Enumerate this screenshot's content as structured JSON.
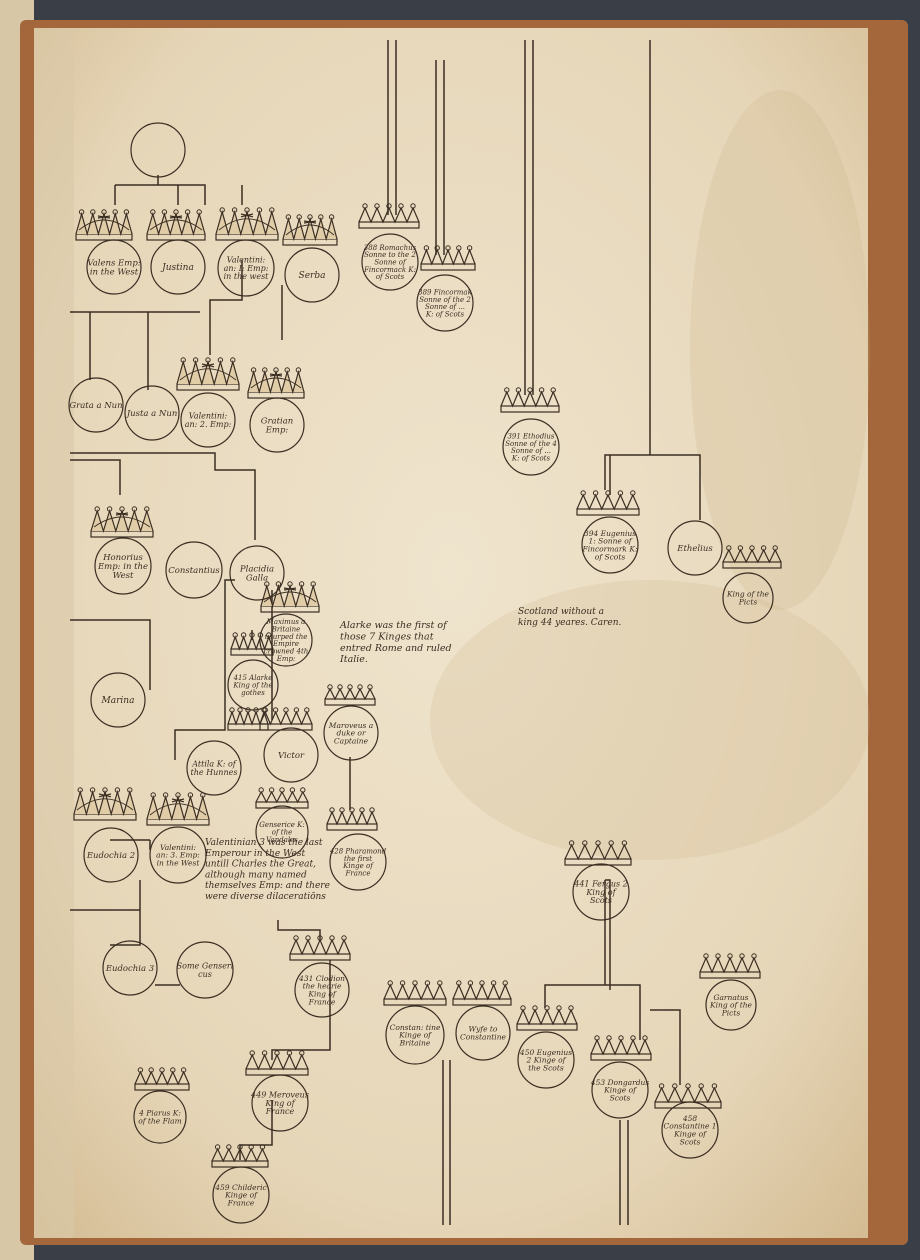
{
  "colors": {
    "background": "#3a3f47",
    "paper": "#e9dcc3",
    "paper_stain": "#c9ae82",
    "ink": "#3b2e22",
    "binding": "#a4673c",
    "left_page": "#d7c7a7"
  },
  "circle_labels": {
    "valens": "Valens Emp: in the West",
    "justina": "Justina",
    "valentinian1": "Valentini: an: I: Emp: in the west",
    "serba": "Serba",
    "grata": "Grata a Nun",
    "justa": "Justa a Nun",
    "valentinian2": "Valentini: an: 2. Emp:",
    "gratian": "Gratian Emp:",
    "honorius": "Honorius Emp: in the West",
    "constantius": "Constantius",
    "placidia": "Placidia Galla",
    "maximus": "Maximus a Britaine usurped the Empire crowned 4th Emp:",
    "alarke": "415 Alarke King of the gothes",
    "marina": "Marina",
    "attila": "Attila K: of the Hunnes",
    "victor": "Victor",
    "meroveus_duke": "Maroveus a duke or Captaine",
    "genseric": "Genserice K: of the Vandales",
    "pharamond": "428 Pharamond the first Kinge of France",
    "eudochia2": "Eudochia 2",
    "valentinian3": "Valentini: an: 3. Emp: in the West",
    "eudochia3": "Eudochia 3",
    "some_genseric": "Some Genseri cus",
    "clodion": "431 Clodion the hearie King of France",
    "romachus": "388 Romachus Sonne to the 2 Sonne of Fincormack K: of Scots",
    "fincormak": "389 Fincormak Sonne of the 2 Sonne of ... K: of Scots",
    "ethodius": "391 Ethodius Sonne of the 4 Sonne of ... K: of Scots",
    "eugenius1": "394 Eugenius 1: Sonne of Fincormark K: of Scots",
    "ethelius": "Ethelius",
    "picts_king": "King of the Picts",
    "fergus": "441 Fergus 2 King of Scots",
    "constantine_britaine": "Constan: tine Kinge of Britaine",
    "wife_constantine": "Wyfe to Constantine",
    "eugenius2": "450 Eugenius 2 Kinge of the Scots",
    "dongardus": "453 Dongardus Kinge of Scots",
    "constantine_scots": "458 Constantine 1 Kinge of Scots",
    "garnard": "Garnatus King of the Picts",
    "meroveus": "449 Meroveus King of France",
    "childeric": "459 Childeric Kinge of France",
    "fourth_piarus": "4 Piarus K: of the Flam"
  },
  "notes": {
    "alarke_note": "Alarke was the first of those 7 Kinges that entred Rome and ruled Italie.",
    "scotland_note": "Scotland without a king 44 yeares. Caren.",
    "valentinian_note": "Valentinian 3 was the last Emperour in the West untill Charles the Great, although many named themselves Emp: and there were diverse dilaceratiōns"
  }
}
